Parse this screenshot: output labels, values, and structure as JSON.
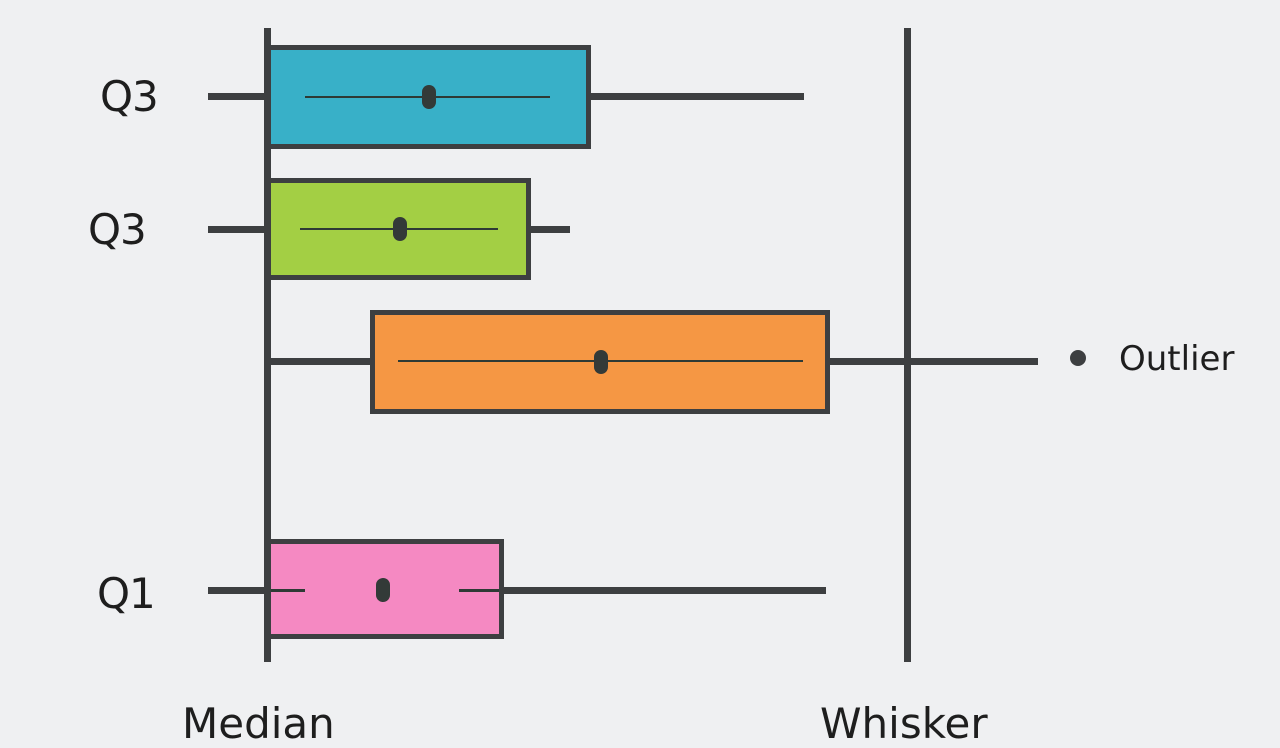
{
  "colors": {
    "background": "#eff0f2",
    "stroke": "#3d3f41",
    "box1": "#38b0c8",
    "box2": "#a3cf44",
    "box3": "#f59744",
    "box4": "#f589c2"
  },
  "rows": [
    {
      "label": "Q3",
      "color": "#38b0c8"
    },
    {
      "label": "Q3",
      "color": "#a3cf44"
    },
    {
      "label": "",
      "color": "#f59744"
    },
    {
      "label": "Q1",
      "color": "#f589c2"
    }
  ],
  "outlier": {
    "label": "Outlier"
  },
  "bottom_labels": {
    "left": "Median",
    "right": "Whisker"
  }
}
